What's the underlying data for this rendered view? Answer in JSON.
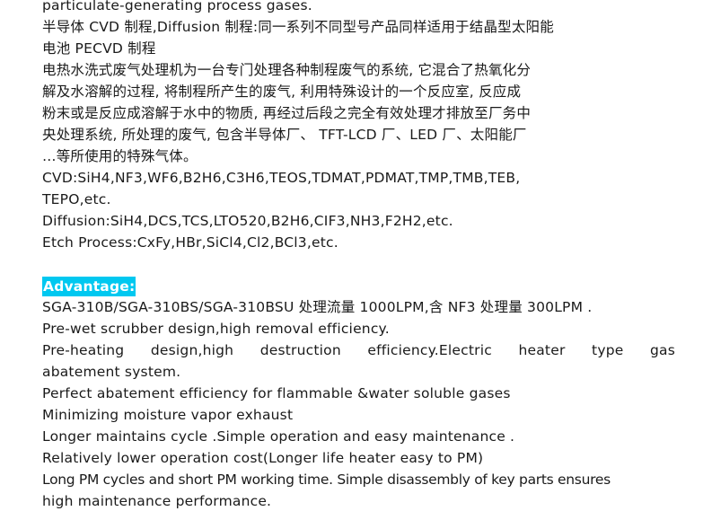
{
  "top_text": {
    "lines": [
      "particulate-generating process gases.",
      "半导体 CVD 制程,Diffusion 制程:同一系列不同型号产品同样适用于结晶型太阳能",
      "电池 PECVD 制程",
      "电热水洗式废气处理机为一台专门处理各种制程废气的系统, 它混合了热氧化分",
      "解及水溶解的过程, 将制程所产生的废气, 利用特殊设计的一个反应室, 反应成",
      "粉末或是反应成溶解于水中的物质, 再经过后段之完全有效处理才排放至厂务中",
      "央处理系统, 所处理的废气, 包含半导体厂、 TFT-LCD 厂、LED 厂、太阳能厂",
      "…等所使用的特殊气体。",
      "CVD:SiH4,NF3,WF6,B2H6,C3H6,TEOS,TDMAT,PDMAT,TMP,TMB,TEB,",
      "TEPO,etc.",
      "Diffusion:SiH4,DCS,TCS,LTO520,B2H6,CIF3,NH3,F2H2,etc.",
      "Etch Process:CxFy,HBr,SiCl4,Cl2,BCl3,etc."
    ]
  },
  "advantage": {
    "label": "Advantage:",
    "lines": [
      "SGA-310B/SGA-310BS/SGA-310BSU 处理流量 1000LPM,含 NF3 处理量 300LPM .",
      "Pre-wet scrubber design,high removal efficiency.",
      "Pre-heating design,high destruction efficiency.Electric heater type gas",
      "abatement system.",
      "Perfect abatement efficiency for flammable &water soluble gases",
      "Minimizing moisture vapor exhaust",
      "Longer maintains cycle .Simple operation and easy maintenance .",
      "Relatively lower operation cost(Longer life heater easy to PM)",
      "Long PM cycles and short PM working time. Simple disassembly of key parts ensures",
      "high maintenance performance."
    ]
  }
}
